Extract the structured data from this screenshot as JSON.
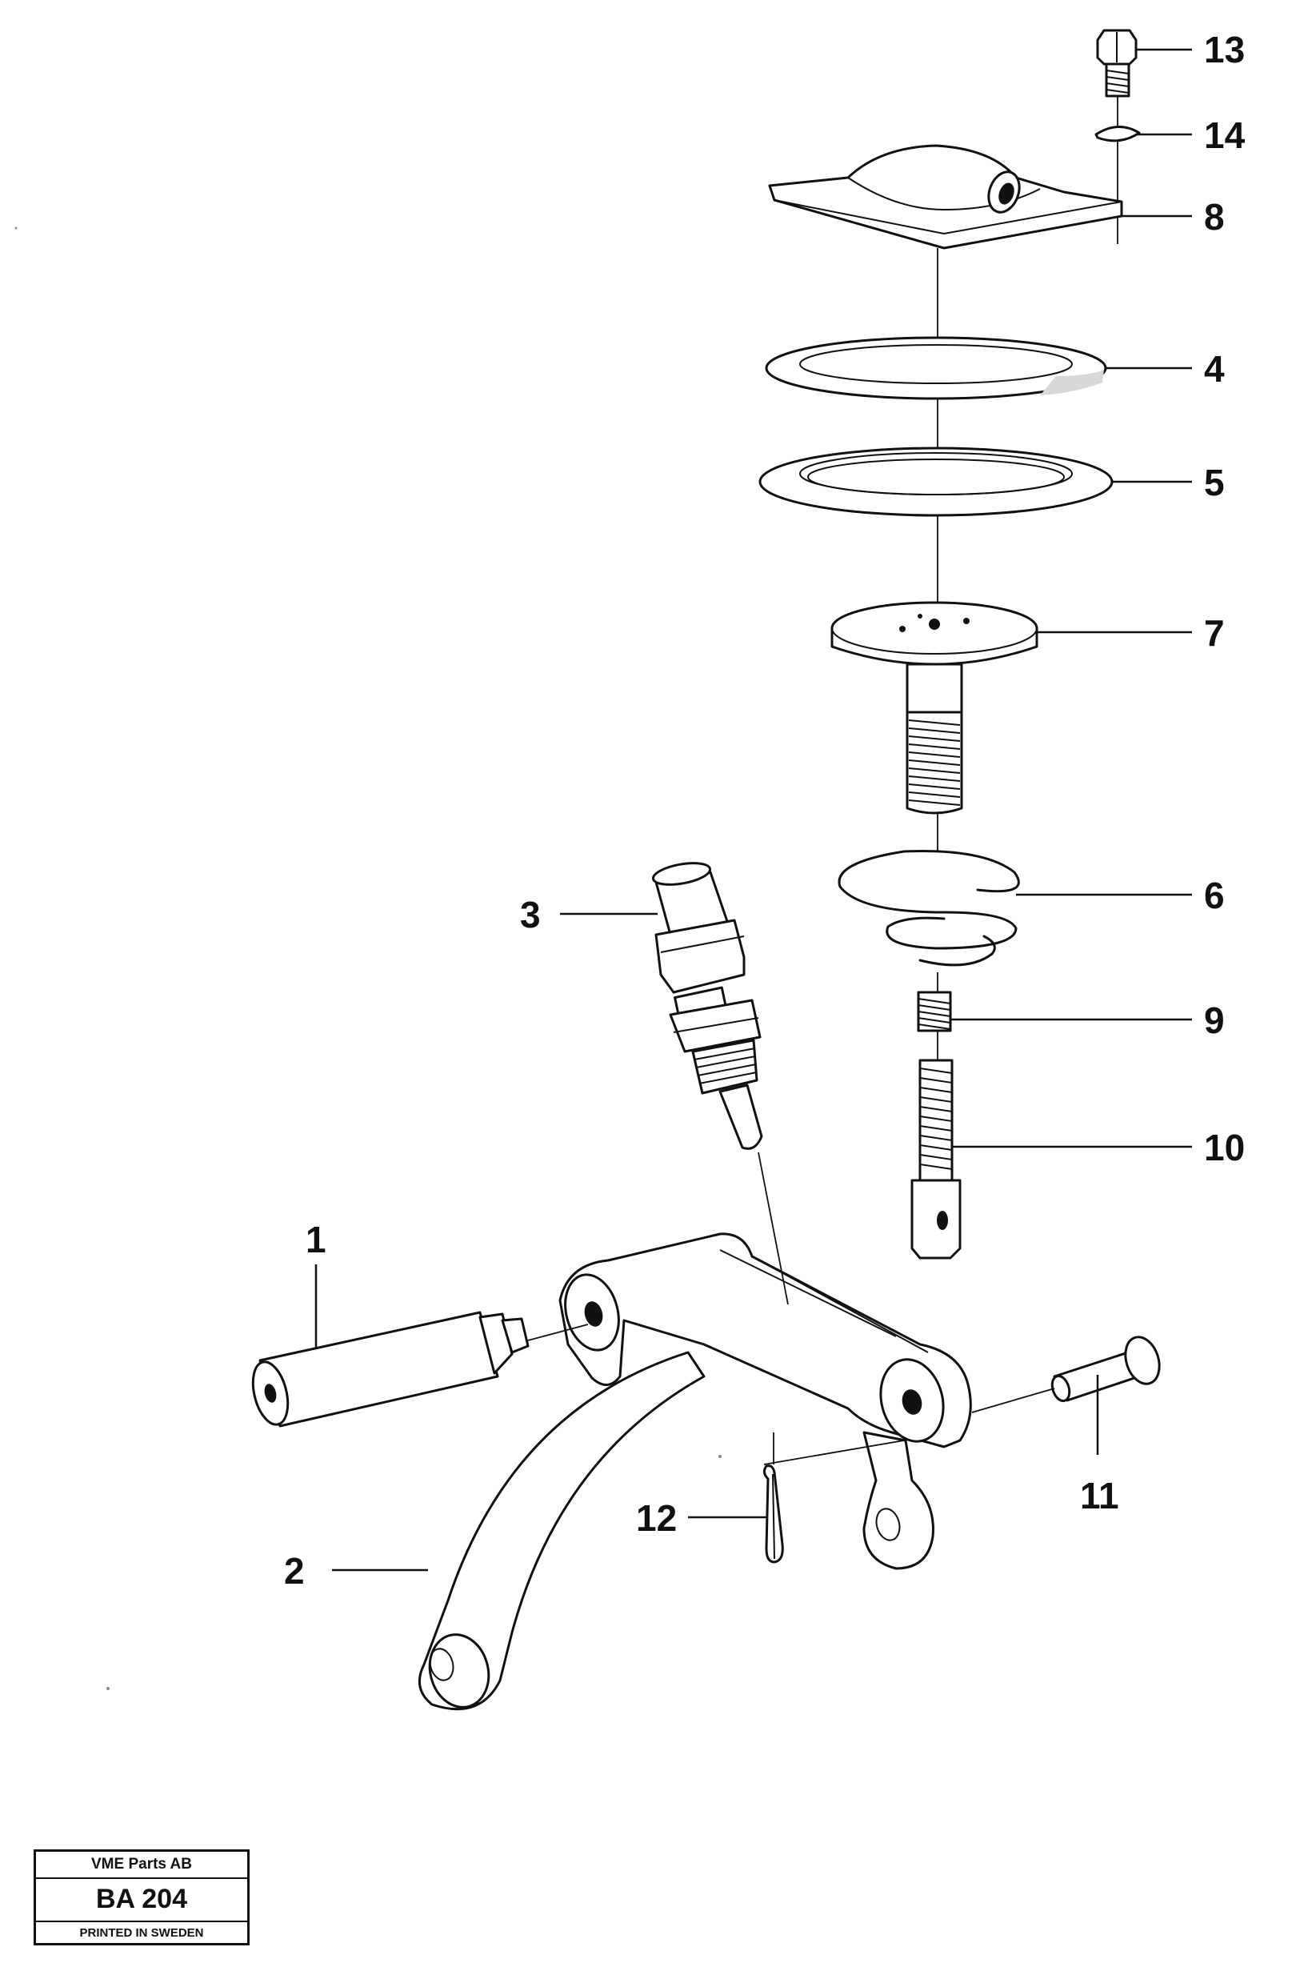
{
  "callouts": {
    "c1": "1",
    "c2": "2",
    "c3": "3",
    "c4": "4",
    "c5": "5",
    "c6": "6",
    "c7": "7",
    "c8": "8",
    "c9": "9",
    "c10": "10",
    "c11": "11",
    "c12": "12",
    "c13": "13",
    "c14": "14"
  },
  "title_block": {
    "company": "VME Parts AB",
    "code": "BA 204",
    "printed": "PRINTED IN SWEDEN"
  }
}
